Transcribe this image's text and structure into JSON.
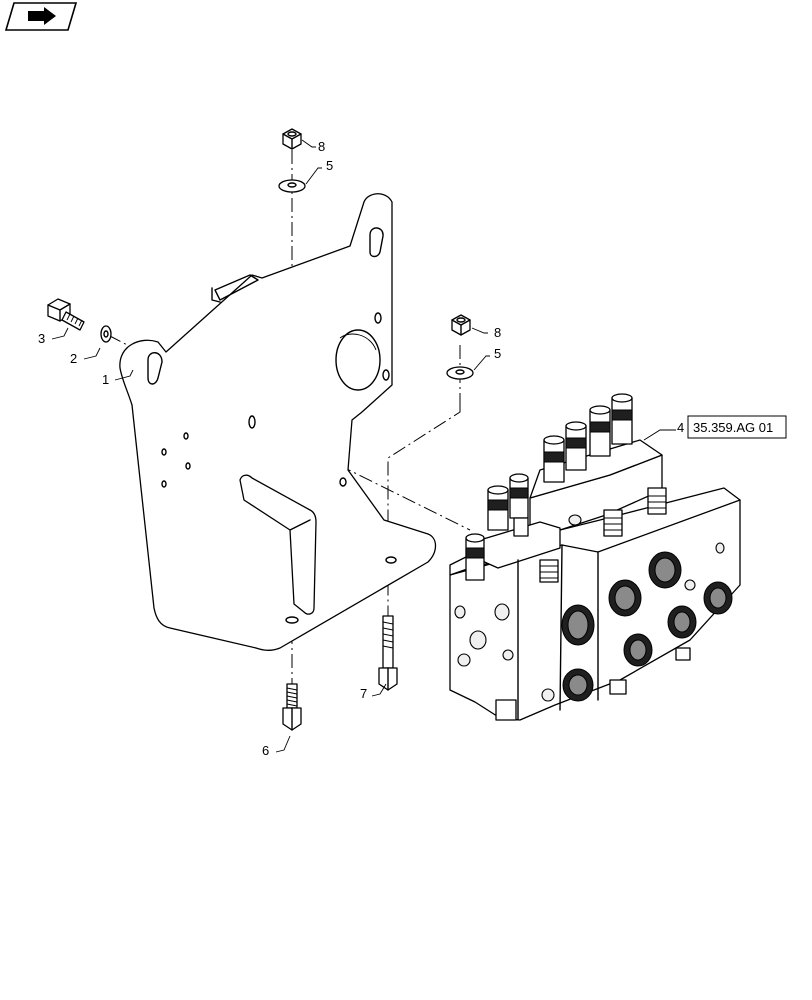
{
  "callouts": {
    "c1": "1",
    "c2": "2",
    "c3": "3",
    "c4": "4",
    "c5_top": "5",
    "c5_right": "5",
    "c6": "6",
    "c7": "7",
    "c8_top": "8",
    "c8_right": "8"
  },
  "reference": {
    "label": "35.359.AG 01"
  },
  "icons": {
    "corner": "navigation-arrow-icon"
  }
}
